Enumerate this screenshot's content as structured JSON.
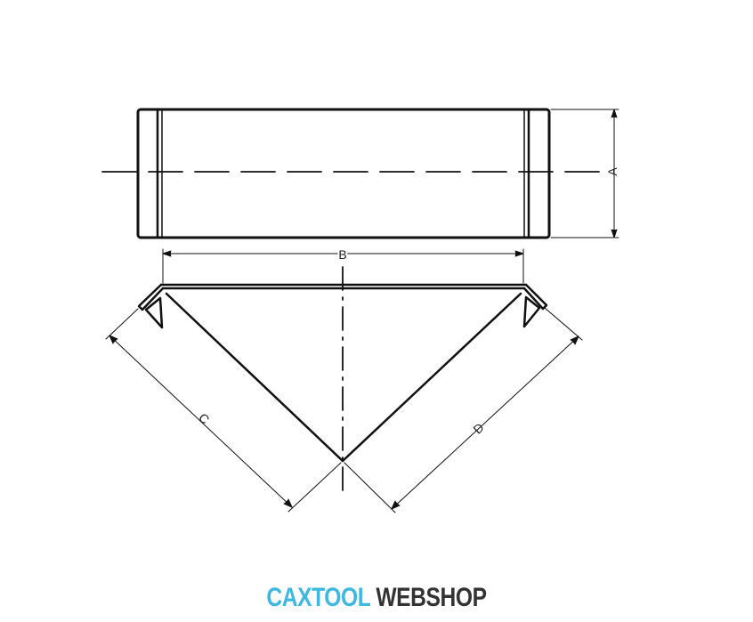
{
  "diagram": {
    "dimension_labels": {
      "a": "A",
      "b": "B",
      "c": "C",
      "d": "D"
    }
  },
  "logo": {
    "part1": "CAXTOOL",
    "part2": "WEBSHOP"
  },
  "colors": {
    "line": "#111111",
    "logo_accent": "#3db8e1",
    "logo_dark": "#333333"
  }
}
